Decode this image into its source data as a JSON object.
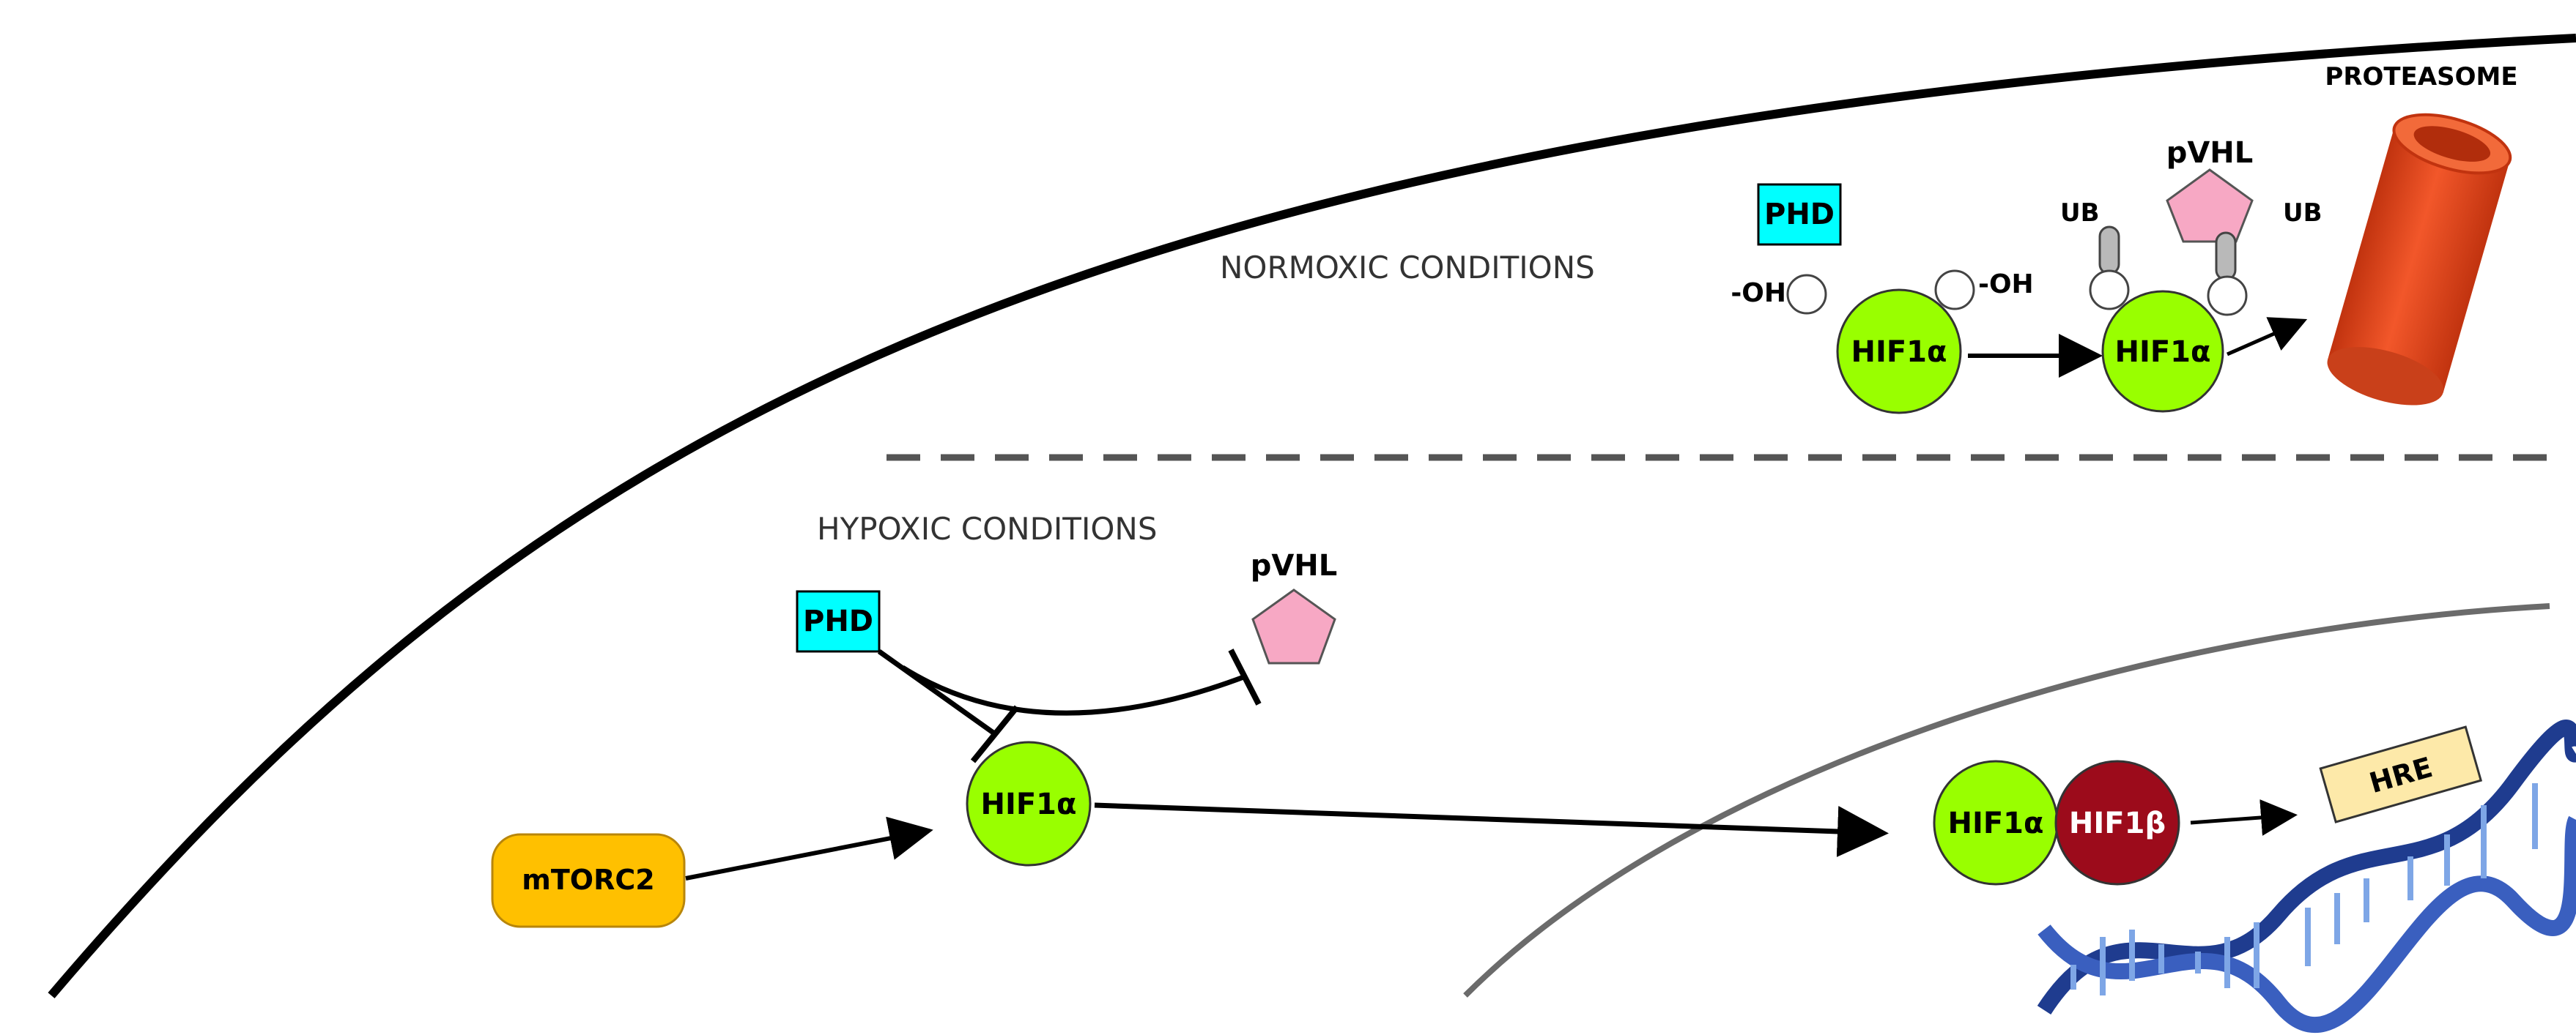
{
  "sections": {
    "normoxic": "NORMOXIC CONDITIONS",
    "hypoxic": "HYPOXIC CONDITIONS"
  },
  "normoxic": {
    "phd": "PHD",
    "oh_left": "-OH",
    "oh_right": "-OH",
    "hif1a_1": "HIF1α",
    "hif1a_2": "HIF1α",
    "pvhl": "pVHL",
    "ub_left": "UB",
    "ub_right": "UB",
    "proteasome": "PROTEASOME"
  },
  "hypoxic": {
    "phd": "PHD",
    "pvhl": "pVHL",
    "hif1a": "HIF1α",
    "mtorc2": "mTORC2",
    "nuclear_hif1a": "HIF1α",
    "nuclear_hif1b": "HIF1β",
    "hre": "HRE"
  },
  "colors": {
    "hif1a_green": "#99ff00",
    "phd_cyan": "#00ffff",
    "pvhl_pink": "#f7a8c4",
    "mtorc2_orange": "#ffc000",
    "hif1b_darkred": "#9c0b1b",
    "hre_tan": "#fde9a9",
    "proteasome_orange": "#e8491d",
    "dna_blue": "#1f3c8f"
  }
}
